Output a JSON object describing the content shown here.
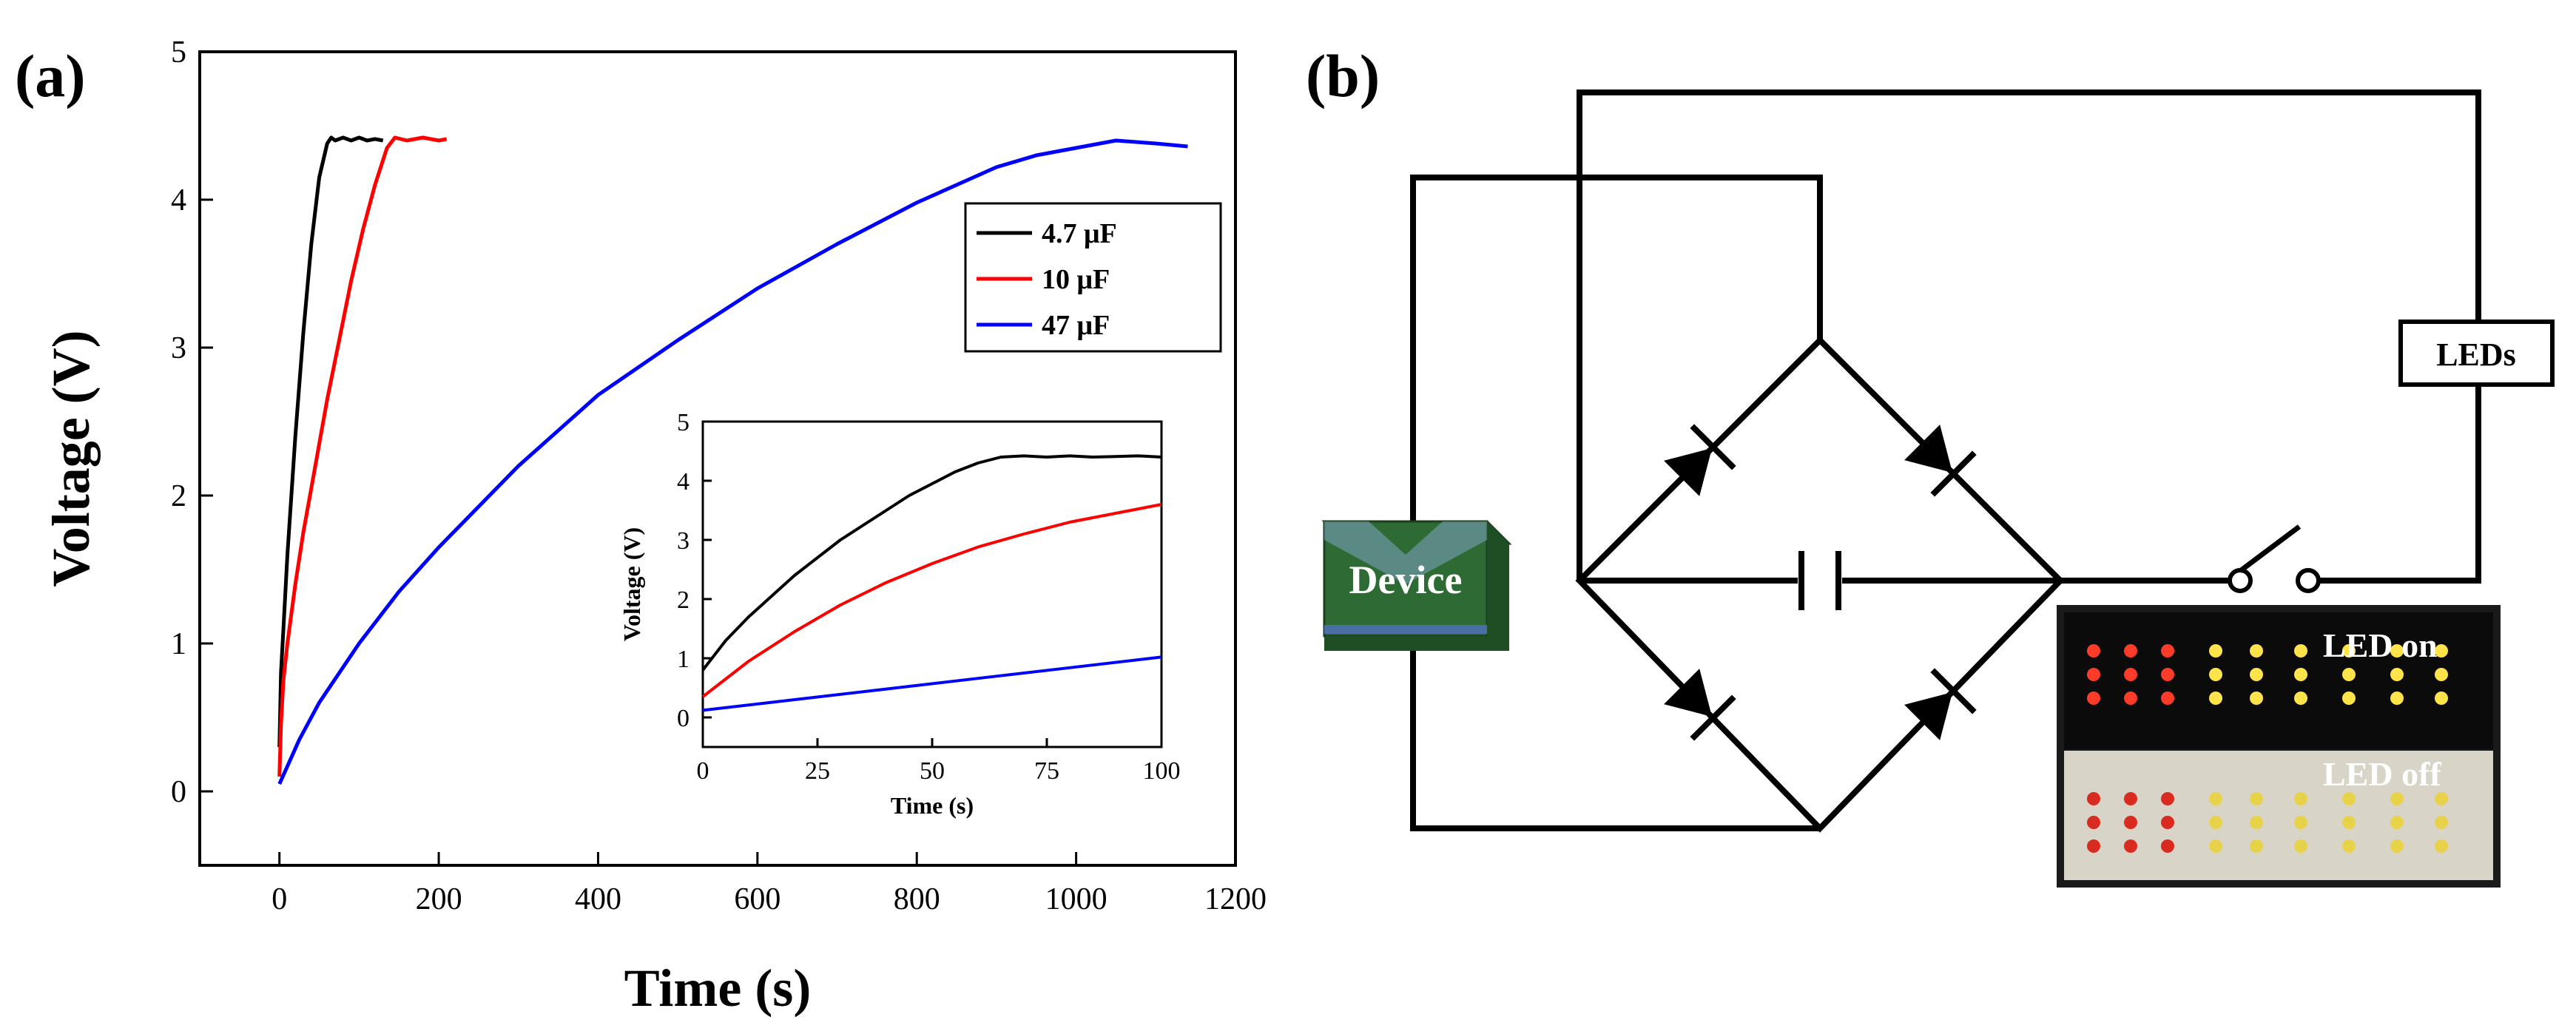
{
  "panel_a": {
    "label": "(a)"
  },
  "panel_b": {
    "label": "(b)",
    "device_label": "Device",
    "leds_label": "LEDs",
    "led_on_label": "LED on",
    "led_off_label": "LED off"
  },
  "colors": {
    "black": "#000000",
    "red": "#ff0000",
    "blue": "#0000ff"
  },
  "chart_data": [
    {
      "type": "line",
      "xlabel": "Time (s)",
      "ylabel": "Voltage (V)",
      "xlim": [
        -100,
        1200
      ],
      "ylim": [
        -0.5,
        5
      ],
      "xticks": [
        0,
        200,
        400,
        600,
        800,
        1000,
        1200
      ],
      "yticks": [
        0,
        1,
        2,
        3,
        4,
        5
      ],
      "legend": "top-right",
      "grid": false,
      "series": [
        {
          "name": "4.7 μF",
          "color": "#000000",
          "x": [
            0,
            2,
            5,
            10,
            20,
            30,
            40,
            50,
            60,
            65,
            70,
            80,
            90,
            100,
            110,
            120,
            130
          ],
          "y": [
            0.3,
            0.8,
            1.1,
            1.6,
            2.4,
            3.1,
            3.7,
            4.15,
            4.38,
            4.42,
            4.4,
            4.42,
            4.4,
            4.42,
            4.4,
            4.41,
            4.4
          ]
        },
        {
          "name": "10 μF",
          "color": "#ff0000",
          "x": [
            0,
            2,
            5,
            10,
            20,
            30,
            45,
            60,
            75,
            90,
            105,
            120,
            135,
            145,
            160,
            180,
            200,
            210
          ],
          "y": [
            0.1,
            0.45,
            0.75,
            1.0,
            1.4,
            1.75,
            2.2,
            2.65,
            3.05,
            3.45,
            3.8,
            4.1,
            4.35,
            4.42,
            4.4,
            4.42,
            4.4,
            4.41
          ]
        },
        {
          "name": "47 μF",
          "color": "#0000ff",
          "x": [
            0,
            10,
            25,
            50,
            100,
            150,
            200,
            300,
            400,
            500,
            600,
            700,
            800,
            900,
            950,
            1000,
            1050,
            1100,
            1140
          ],
          "y": [
            0.05,
            0.17,
            0.35,
            0.6,
            1.0,
            1.35,
            1.65,
            2.2,
            2.68,
            3.05,
            3.4,
            3.7,
            3.98,
            4.22,
            4.3,
            4.35,
            4.4,
            4.38,
            4.36
          ]
        }
      ]
    },
    {
      "type": "line",
      "xlabel": "Time (s)",
      "ylabel": "Voltage (V)",
      "xlim": [
        0,
        100
      ],
      "ylim": [
        -0.5,
        5
      ],
      "xticks": [
        0,
        25,
        50,
        75,
        100
      ],
      "yticks": [
        0,
        1,
        2,
        3,
        4,
        5
      ],
      "series": [
        {
          "name": "4.7 μF",
          "color": "#000000",
          "x": [
            0,
            5,
            10,
            15,
            20,
            25,
            30,
            35,
            40,
            45,
            50,
            55,
            60,
            65,
            70,
            75,
            80,
            85,
            90,
            95,
            100
          ],
          "y": [
            0.8,
            1.3,
            1.7,
            2.05,
            2.4,
            2.7,
            3.0,
            3.25,
            3.5,
            3.75,
            3.95,
            4.15,
            4.3,
            4.4,
            4.42,
            4.4,
            4.42,
            4.4,
            4.41,
            4.42,
            4.4
          ]
        },
        {
          "name": "10 μF",
          "color": "#ff0000",
          "x": [
            0,
            10,
            20,
            30,
            40,
            50,
            60,
            70,
            80,
            90,
            100
          ],
          "y": [
            0.35,
            0.95,
            1.45,
            1.9,
            2.28,
            2.6,
            2.88,
            3.1,
            3.3,
            3.45,
            3.6
          ]
        },
        {
          "name": "47 μF",
          "color": "#0000ff",
          "x": [
            0,
            20,
            40,
            60,
            80,
            100
          ],
          "y": [
            0.12,
            0.3,
            0.48,
            0.66,
            0.84,
            1.02
          ]
        }
      ]
    }
  ]
}
